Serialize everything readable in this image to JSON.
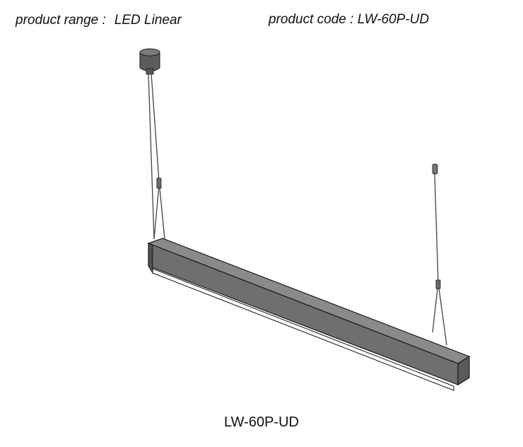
{
  "header": {
    "range_label": "product range :",
    "range_value": "LED Linear",
    "code_label": "product code :",
    "code_value": "LW-60P-UD"
  },
  "caption": {
    "model": "LW-60P-UD"
  },
  "colors": {
    "housing_top": "#8a8a8a",
    "housing_side": "#6f6f6f",
    "diffuser": "#ffffff",
    "outline": "#1a1a1a",
    "canopy": "#5c5c5c"
  }
}
